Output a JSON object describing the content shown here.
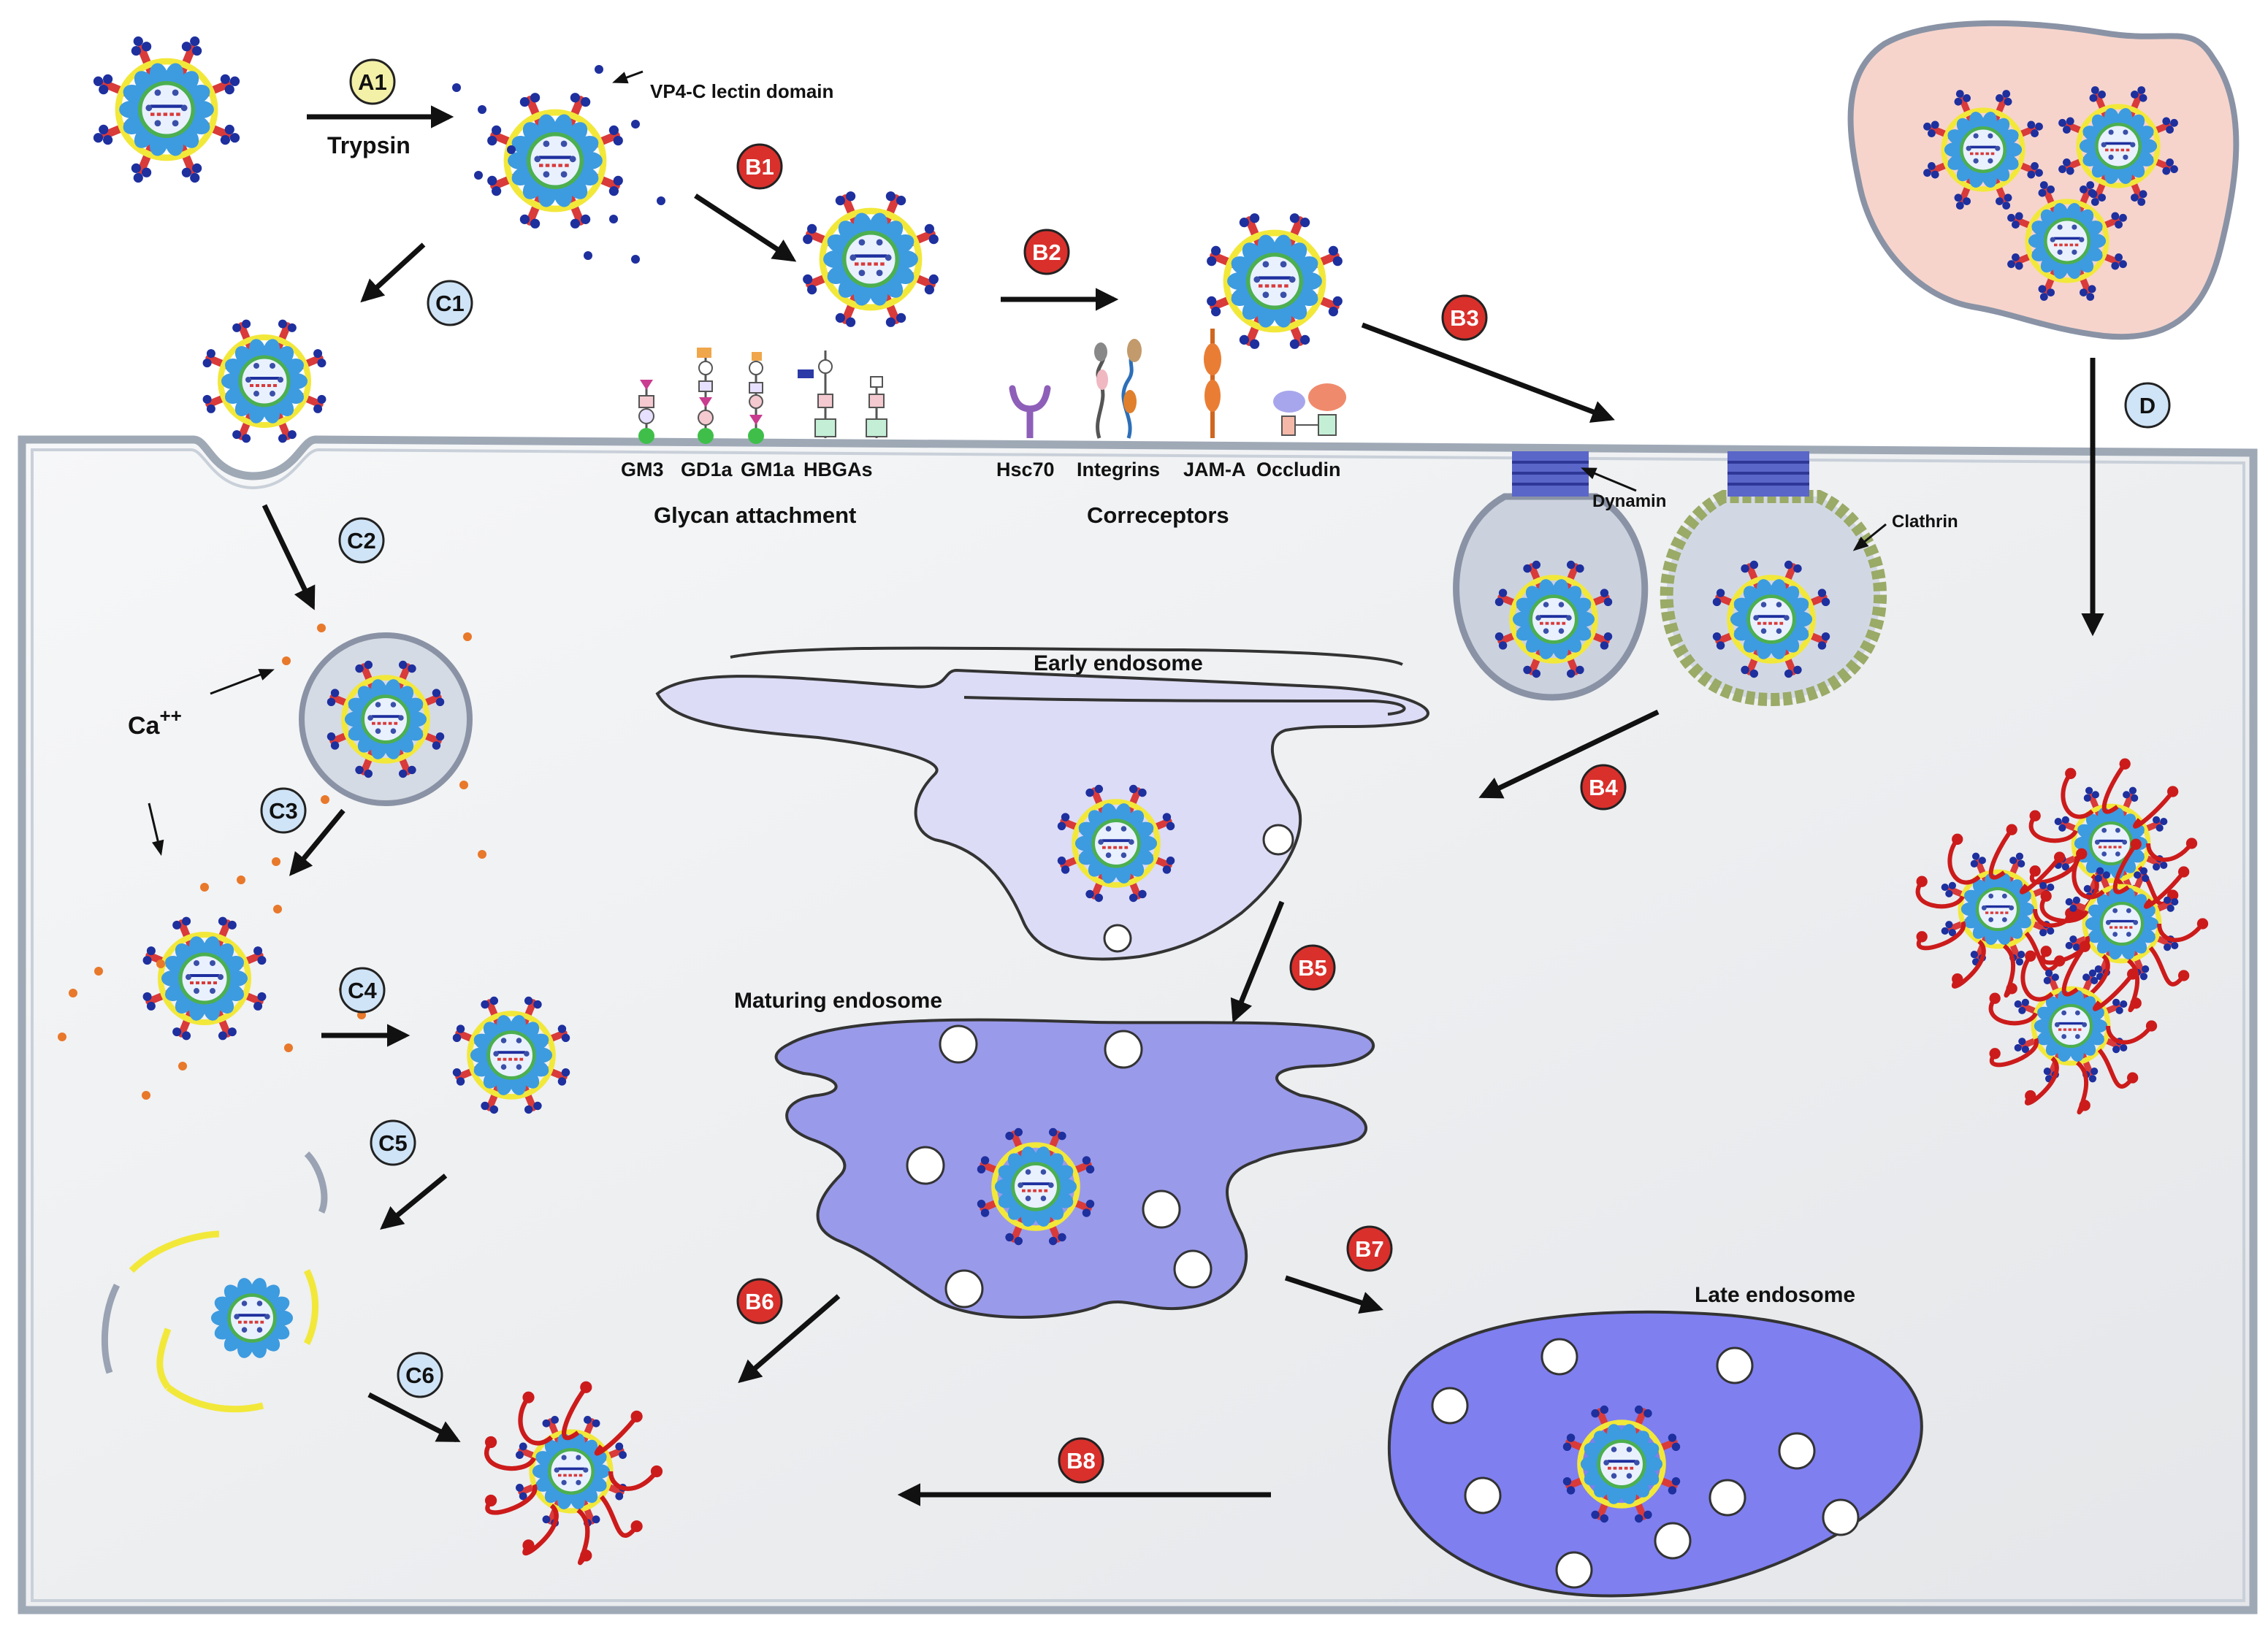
{
  "steps": {
    "A1": "A1",
    "B1": "B1",
    "B2": "B2",
    "B3": "B3",
    "B4": "B4",
    "B5": "B5",
    "B6": "B6",
    "B7": "B7",
    "B8": "B8",
    "C1": "C1",
    "C2": "C2",
    "C3": "C3",
    "C4": "C4",
    "C5": "C5",
    "C6": "C6",
    "D": "D"
  },
  "labels": {
    "trypsin": "Trypsin",
    "lectin": "VP4-C lectin domain",
    "gm3": "GM3",
    "gd1a": "GD1a",
    "gm1a": "GM1a",
    "hbgas": "HBGAs",
    "glycan_attachment": "Glycan attachment",
    "hsc70": "Hsc70",
    "integrins": "Integrins",
    "jama": "JAM-A",
    "occludin": "Occludin",
    "correceptors": "Correceptors",
    "dynamin": "Dynamin",
    "clathrin": "Clathrin",
    "ca_base": "Ca",
    "ca_sup": "++",
    "early_endosome": "Early endosome",
    "maturing_endosome": "Maturing endosome",
    "late_endosome": "Late endosome"
  },
  "colors": {
    "step_A": "#f3f0a8",
    "step_B": "#d9302c",
    "step_C": "#cfe4f6",
    "step_D": "#cfe4f6",
    "cell": "#f1f2f4",
    "membrane": "#a9b2bf",
    "early_endosome": "#dcdcf6",
    "maturing_endosome": "#9a9aea",
    "late_endosome": "#7f7ff0",
    "capsid_blue": "#3d9be0",
    "capsid_yellow": "#f2e83a",
    "capsid_green": "#4caf50",
    "spike_red": "#d93a3a",
    "spike_navy": "#1e2f9e",
    "calcium": "#e8782a",
    "rna_red": "#cc1b1b",
    "aggregate_pink": "#f6d4cc"
  }
}
